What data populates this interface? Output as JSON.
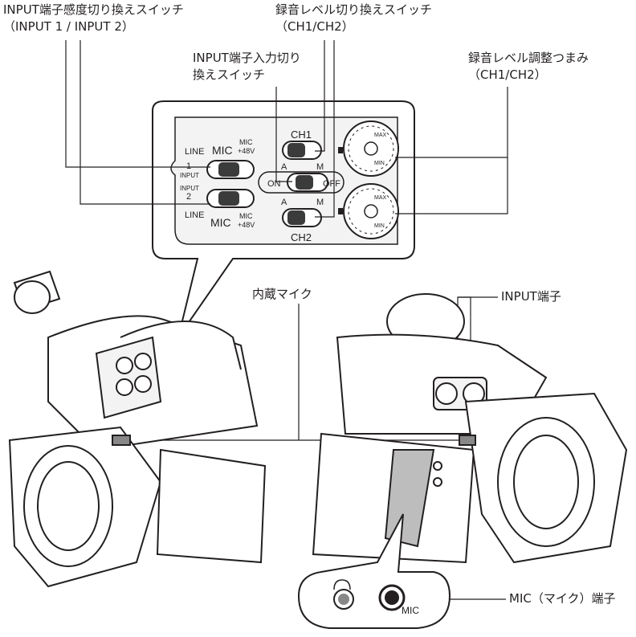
{
  "callouts": {
    "input_sensitivity_switch": {
      "line1": "INPUT端子感度切り換えスイッチ",
      "line2": "（INPUT 1 / INPUT 2）"
    },
    "rec_level_switch": {
      "line1": "録音レベル切り換えスイッチ",
      "line2": "（CH1/CH2）"
    },
    "input_select_switch": {
      "line1": "INPUT端子入力切り",
      "line2": "換えスイッチ"
    },
    "rec_level_dial": {
      "line1": "録音レベル調整つまみ",
      "line2": "（CH1/CH2）"
    },
    "builtin_mic": "内蔵マイク",
    "input_terminal": "INPUT端子",
    "mic_terminal": "MIC（マイク）端子"
  },
  "panel": {
    "ch1": "CH1",
    "ch2": "CH2",
    "line": "LINE",
    "mic": "MIC",
    "mic48": "MIC",
    "plus48v": "+48V",
    "input1_num": "1",
    "input2_num": "2",
    "input_word": "INPUT",
    "on": "ON",
    "off": "OFF",
    "a": "A",
    "m": "M",
    "max": "MAX",
    "min": "MIN"
  },
  "inset": {
    "mic_label": "MIC"
  }
}
